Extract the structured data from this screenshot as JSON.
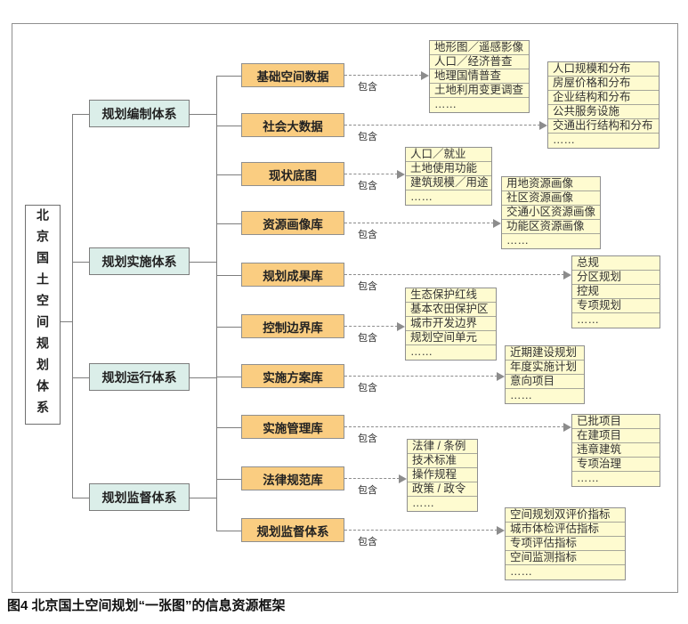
{
  "figure": {
    "caption": "图4  北京国土空间规划“一张图”的信息资源框架"
  },
  "root": {
    "label": "北京国土空间规划体系"
  },
  "relation_label": "包含",
  "colors": {
    "level2_fill": "#dbeee9",
    "level3_fill": "#facd81",
    "leaf_fill": "#fefbd0",
    "line": "#7d7d7d",
    "arrow": "#8c8c8c"
  },
  "level2": [
    {
      "label": "规划编制体系"
    },
    {
      "label": "规划实施体系"
    },
    {
      "label": "规划运行体系"
    },
    {
      "label": "规划监督体系"
    }
  ],
  "level3": [
    {
      "label": "基础空间数据",
      "items": [
        "地形图／遥感影像",
        "人口／经济普查",
        "地理国情普查",
        "土地利用变更调查",
        "……"
      ]
    },
    {
      "label": "社会大数据",
      "items": [
        "人口规模和分布",
        "房屋价格和分布",
        "企业结构和分布",
        "公共服务设施",
        "交通出行结构和分布",
        "……"
      ]
    },
    {
      "label": "现状底图",
      "items": [
        "人口／就业",
        "土地使用功能",
        "建筑规模／用途",
        "……"
      ]
    },
    {
      "label": "资源画像库",
      "items": [
        "用地资源画像",
        "社区资源画像",
        "交通小区资源画像",
        "功能区资源画像",
        "……"
      ]
    },
    {
      "label": "规划成果库",
      "items": [
        "总规",
        "分区规划",
        "控规",
        "专项规划",
        "……"
      ]
    },
    {
      "label": "控制边界库",
      "items": [
        "生态保护红线",
        "基本农田保护区",
        "城市开发边界",
        "规划空间单元",
        "……"
      ]
    },
    {
      "label": "实施方案库",
      "items": [
        "近期建设规划",
        "年度实施计划",
        "意向项目",
        "……"
      ]
    },
    {
      "label": "实施管理库",
      "items": [
        "已批项目",
        "在建项目",
        "违章建筑",
        "专项治理",
        "……"
      ]
    },
    {
      "label": "法律规范库",
      "items": [
        "法律 / 条例",
        "技术标准",
        "操作规程",
        "政策 / 政令",
        "……"
      ]
    },
    {
      "label": "规划监督体系",
      "items": [
        "空间规划双评价指标",
        "城市体检评估指标",
        "专项评估指标",
        "空间监测指标",
        "……"
      ]
    }
  ]
}
